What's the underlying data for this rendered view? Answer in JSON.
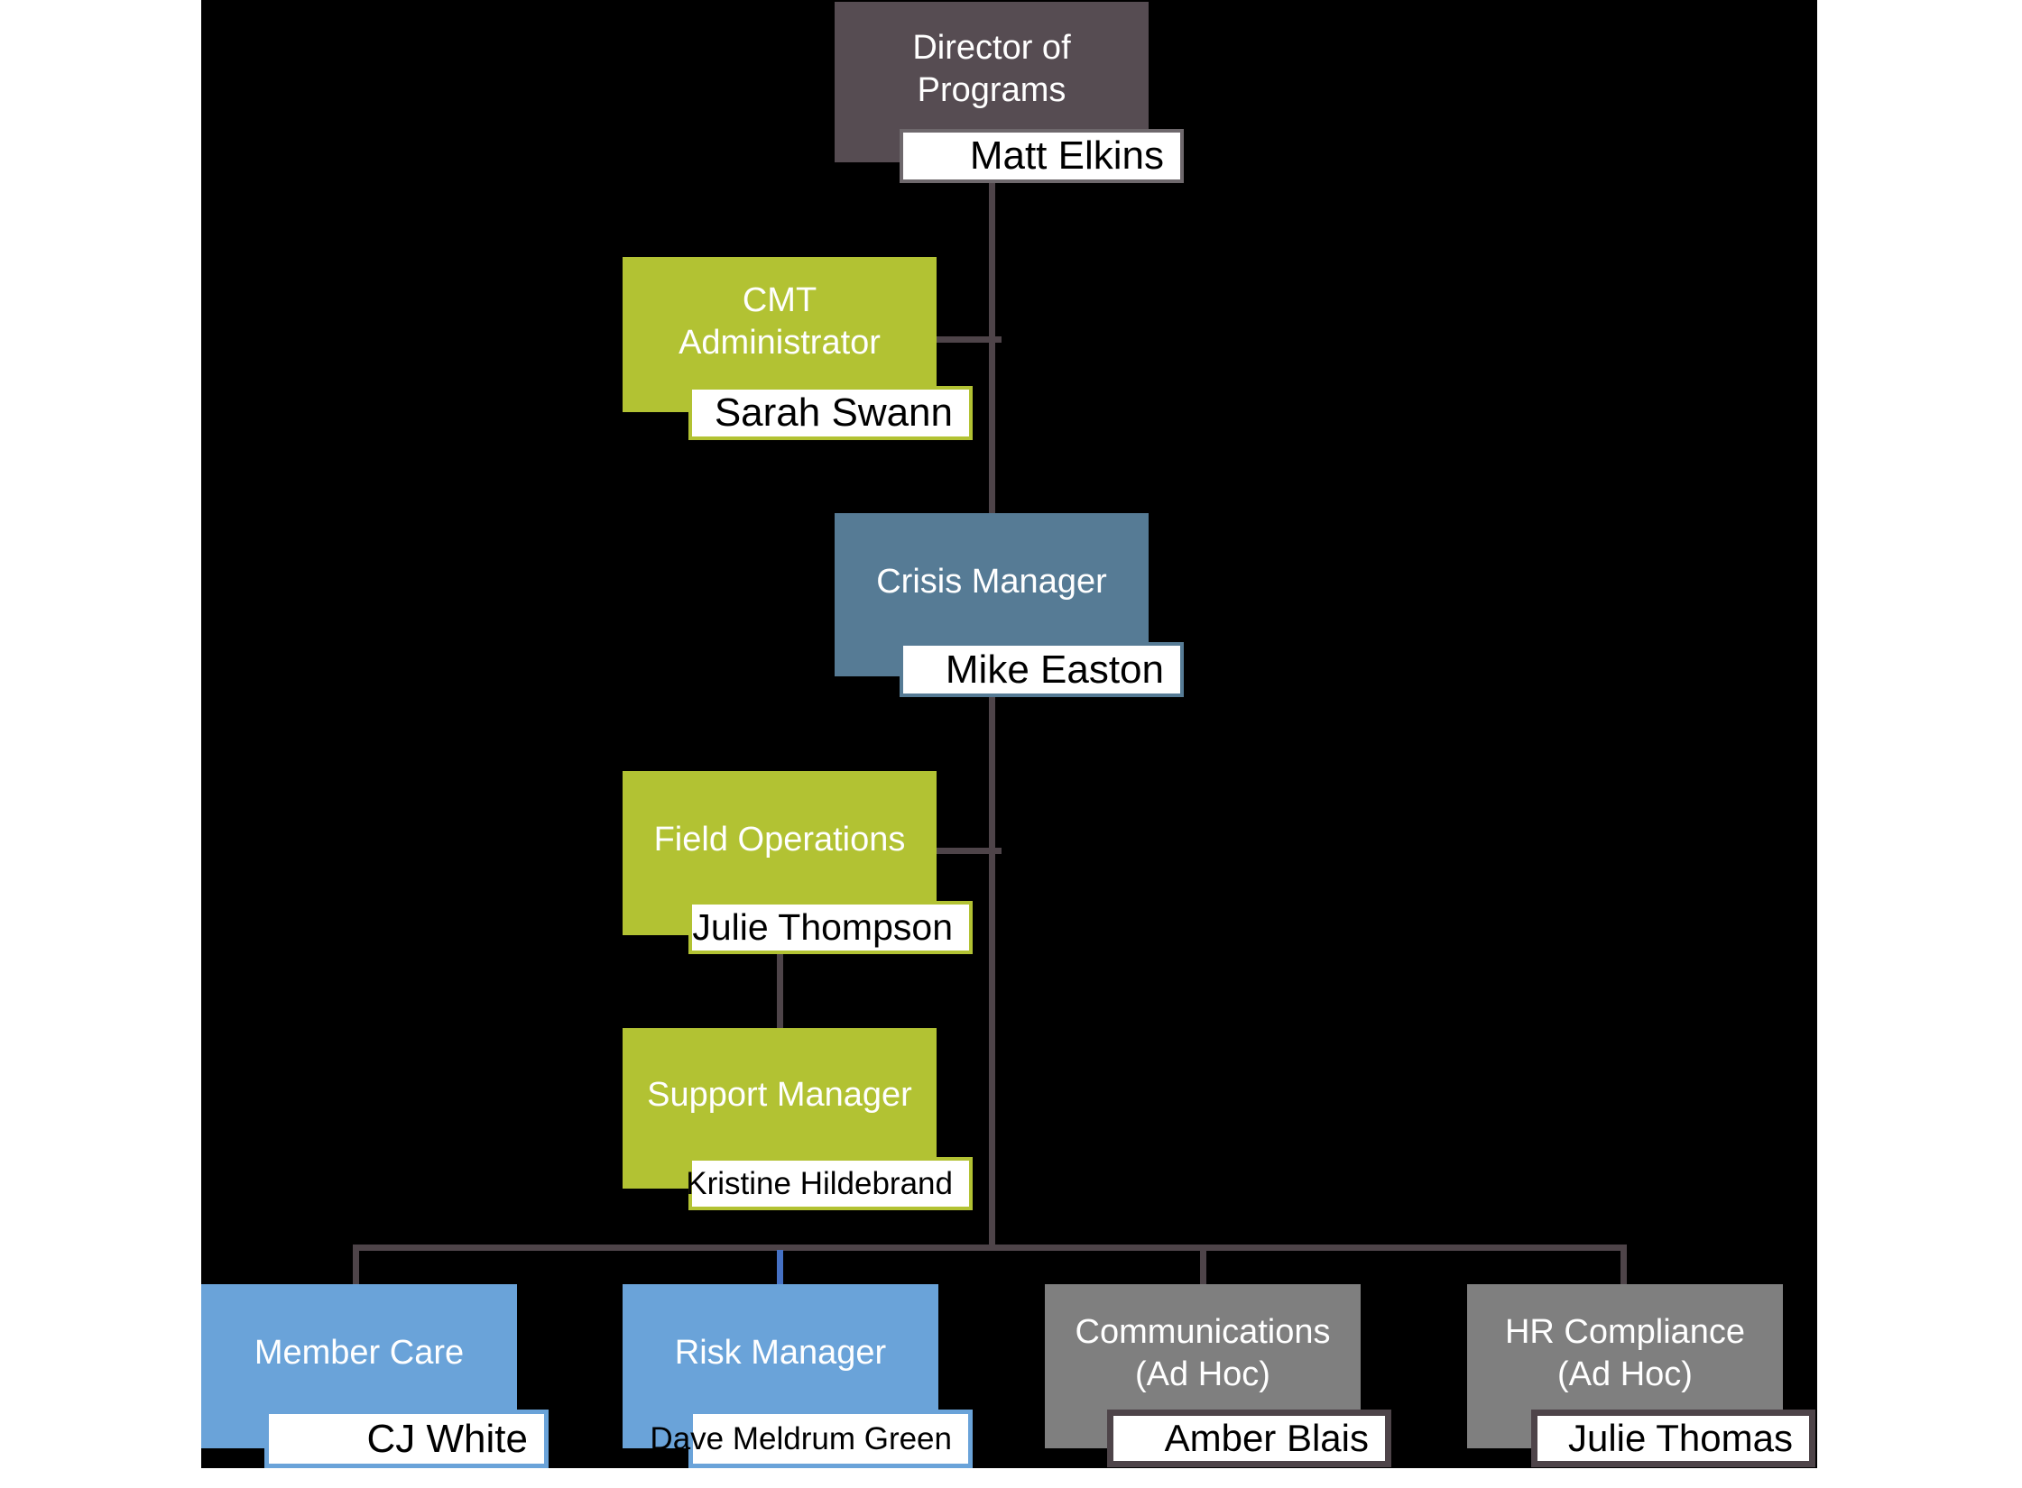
{
  "title": "Crisis Management Team Org Chart",
  "palette": {
    "page_bg": "#ffffff",
    "canvas_bg": "#000000",
    "dark_gray": "#564c52",
    "lime": "#b2c233",
    "steel_blue": "#567b95",
    "light_blue": "#6aa3d9",
    "gray": "#7f7f7f",
    "connector": "#4e4449",
    "connector_blue": "#4571c4",
    "tag_border_gray": "#6e686c",
    "tag_border_dark": "#4e4449"
  },
  "nodes": [
    {
      "id": "director",
      "role": "Director of\nPrograms",
      "name": "Matt Elkins",
      "color": "dark-gray"
    },
    {
      "id": "cmt-admin",
      "role": "CMT\nAdministrator",
      "name": "Sarah Swann",
      "color": "lime"
    },
    {
      "id": "crisis-manager",
      "role": "Crisis Manager",
      "name": "Mike Easton",
      "color": "steel-blue"
    },
    {
      "id": "field-ops",
      "role": "Field Operations",
      "name": "Julie Thompson",
      "color": "lime"
    },
    {
      "id": "support-mgr",
      "role": "Support Manager",
      "name": "Kristine Hildebrand",
      "color": "lime"
    },
    {
      "id": "member-care",
      "role": "Member Care",
      "name": "CJ White",
      "color": "light-blue"
    },
    {
      "id": "risk-manager",
      "role": "Risk Manager",
      "name": "Dave Meldrum Green",
      "color": "light-blue"
    },
    {
      "id": "communications",
      "role": "Communications\n(Ad Hoc)",
      "name": "Amber Blais",
      "color": "gray"
    },
    {
      "id": "hr-compliance",
      "role": "HR Compliance\n(Ad Hoc)",
      "name": "Julie Thomas",
      "color": "gray"
    }
  ]
}
